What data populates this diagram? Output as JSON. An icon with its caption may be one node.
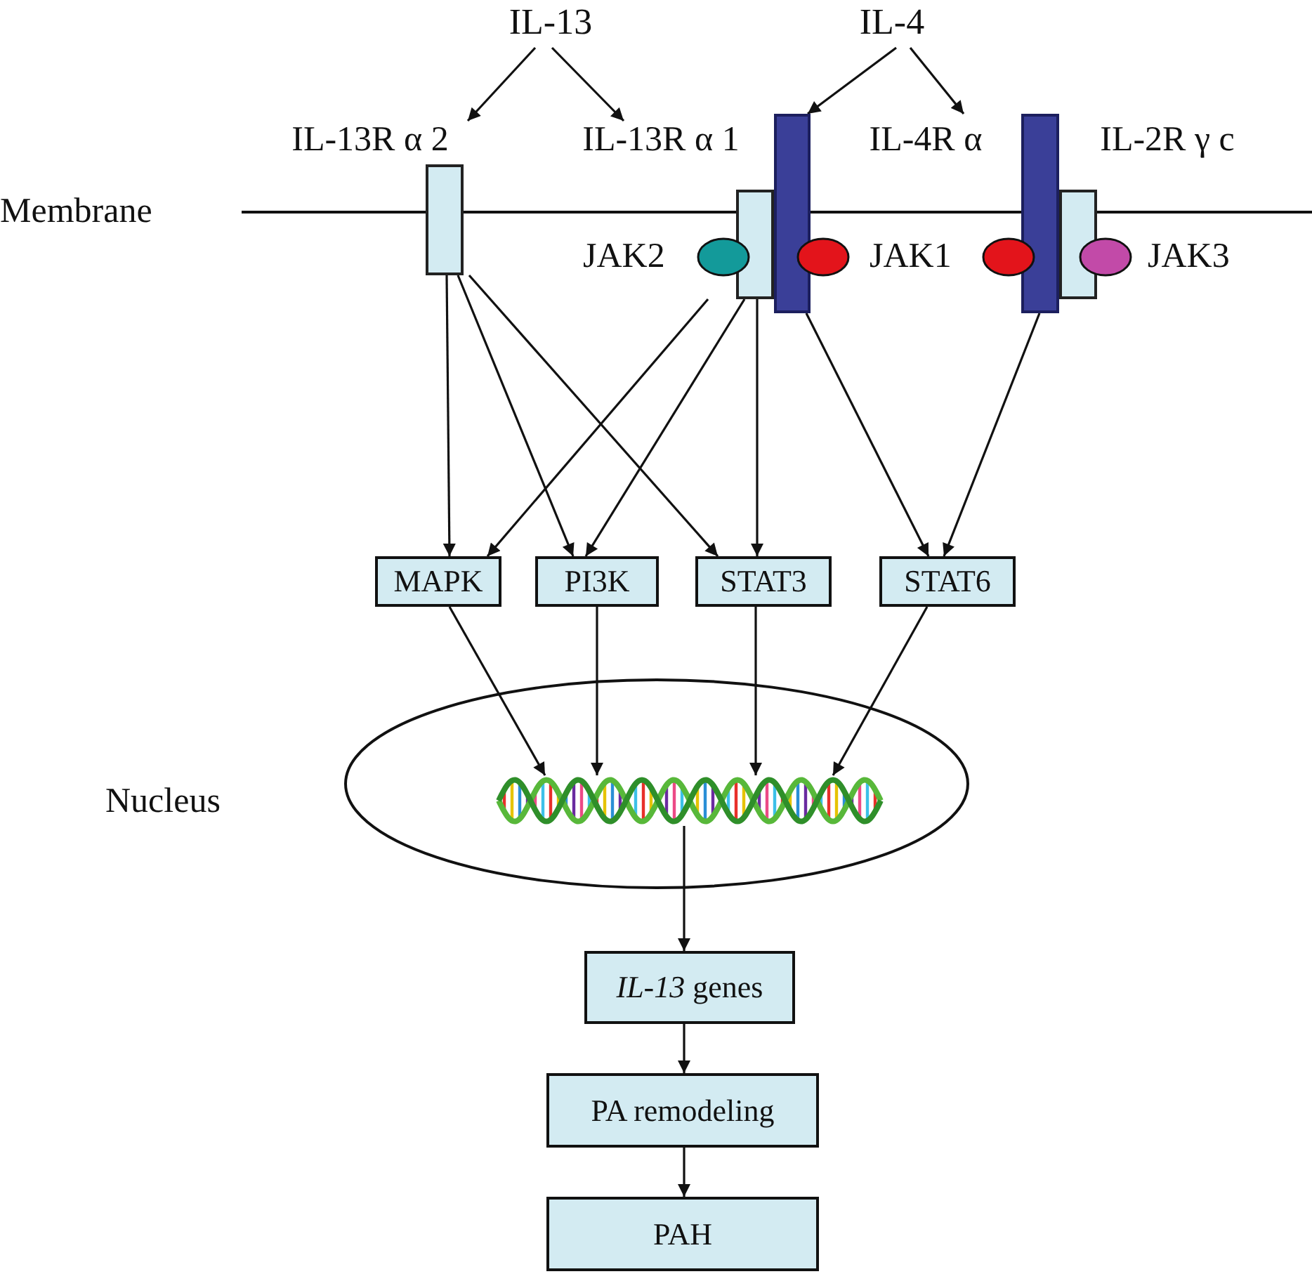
{
  "diagram": {
    "nodes": [
      {
        "text": [
          "IL-13"
        ]
      },
      {
        "text": [
          "IL-4"
        ]
      },
      {
        "text": [
          "IL-13R α 2"
        ]
      },
      {
        "text": [
          "IL-13R α 1"
        ]
      },
      {
        "text": [],
        "shape": "bar"
      },
      {
        "text": [
          "IL-4R α"
        ]
      },
      {
        "text": [
          "IL-2R γ c"
        ]
      },
      {
        "text": [
          "MAPK"
        ]
      },
      {
        "text": [
          "PI3K"
        ]
      },
      {
        "text": [
          "STAT3"
        ]
      },
      {
        "text": [
          "STAT6"
        ]
      },
      {
        "text": [],
        "shape": "ellipse",
        "beside": [
          "Nucleus"
        ]
      },
      {
        "text": [],
        "shape": "picture",
        "in": 11
      },
      {
        "text": [
          "*IL-13* genes"
        ]
      },
      {
        "text": [
          "PA remodeling"
        ]
      },
      {
        "text": [
          "PAH"
        ]
      }
    ],
    "edges": [
      {
        "from": 0,
        "to": 2,
        "arrow": "to"
      },
      {
        "from": 0,
        "to": 3,
        "arrow": "to"
      },
      {
        "from": 1,
        "to": 4,
        "arrow": "to"
      },
      {
        "from": 1,
        "to": 5,
        "arrow": "to"
      },
      {
        "from": 2,
        "to": 7,
        "arrow": "to"
      },
      {
        "from": 2,
        "to": 8,
        "arrow": "to"
      },
      {
        "from": 2,
        "to": 9,
        "arrow": "to"
      },
      {
        "from": 3,
        "to": 7,
        "arrow": "to"
      },
      {
        "from": 3,
        "to": 8,
        "arrow": "to"
      },
      {
        "from": 3,
        "to": 9,
        "arrow": "to"
      },
      {
        "from": 4,
        "to": 10,
        "arrow": "to"
      },
      {
        "from": 5,
        "to": 10,
        "arrow": "to"
      },
      {
        "from": 7,
        "to": 12,
        "arrow": "to"
      },
      {
        "from": 8,
        "to": 12,
        "arrow": "to"
      },
      {
        "from": 9,
        "to": 12,
        "arrow": "to"
      },
      {
        "from": 10,
        "to": 12,
        "arrow": "to"
      },
      {
        "from": 12,
        "to": 13,
        "arrow": "to"
      },
      {
        "from": 13,
        "to": 14,
        "arrow": "to"
      },
      {
        "from": 14,
        "to": 15,
        "arrow": "to"
      }
    ],
    "labels": [
      "Membrane",
      "JAK2",
      "JAK1",
      "JAK3"
    ]
  }
}
